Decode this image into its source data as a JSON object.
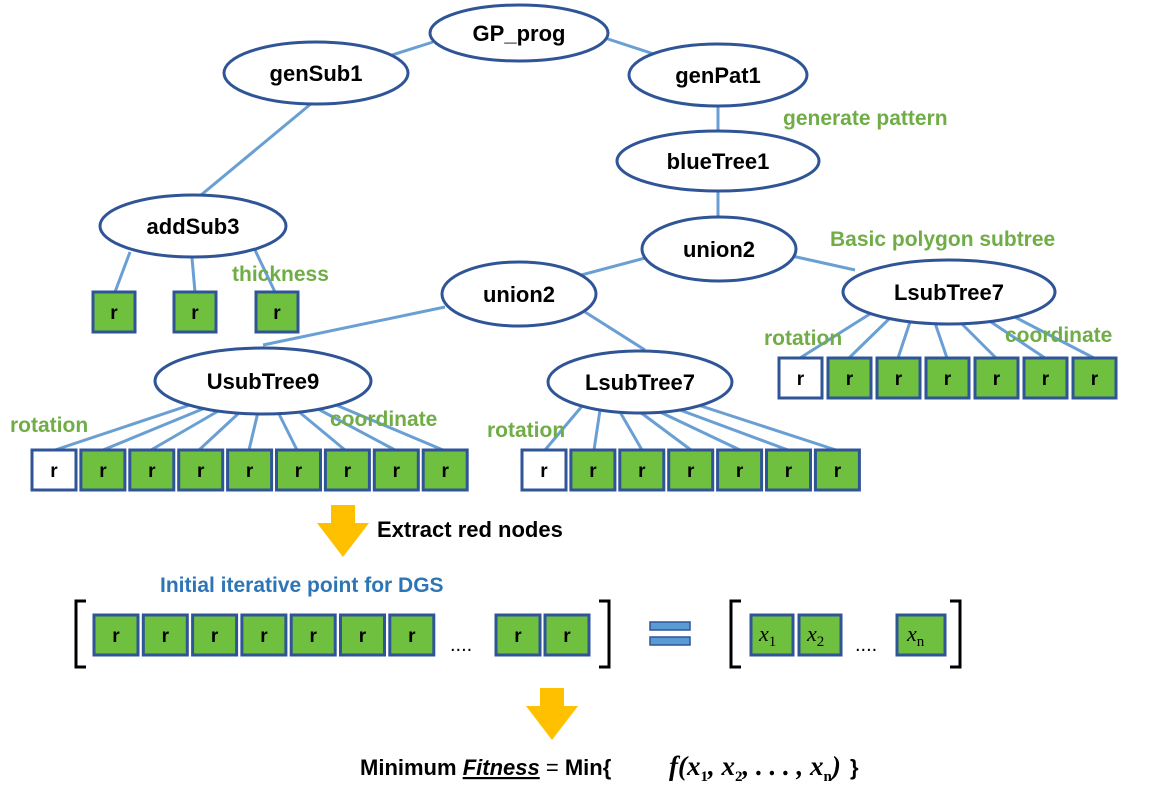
{
  "nodes": {
    "root": "GP_prog",
    "gen_sub": "genSub1",
    "gen_pat": "genPat1",
    "blue_tree": "blueTree1",
    "add_sub": "addSub3",
    "union_top": "union2",
    "union_left": "union2",
    "lsub_right": "LsubTree7",
    "usub": "UsubTree9",
    "lsub_mid": "LsubTree7"
  },
  "leaf_label": "r",
  "annotations": {
    "generate_pattern": "generate pattern",
    "basic_polygon": "Basic polygon subtree",
    "thickness": "thickness",
    "rotation": "rotation",
    "coordinate": "coordinate"
  },
  "extract_label": "Extract red nodes",
  "initial_point_label": "Initial iterative point for DGS",
  "ellipsis": "....",
  "x_vector": [
    {
      "base": "x",
      "sub": "1"
    },
    {
      "base": "x",
      "sub": "2"
    },
    {
      "base": "x",
      "sub": "n"
    }
  ],
  "fitness": {
    "prefix": "Minimum",
    "word": "Fitness",
    "equals": "=",
    "min_label": "Min{",
    "close": "}"
  },
  "colors": {
    "node_stroke": "#2f5597",
    "edge": "#6a9fd4",
    "leaf_fill": "#70c040",
    "annotation": "#70ad47",
    "caption_blue": "#2e75b6",
    "arrow": "#ffc000"
  }
}
